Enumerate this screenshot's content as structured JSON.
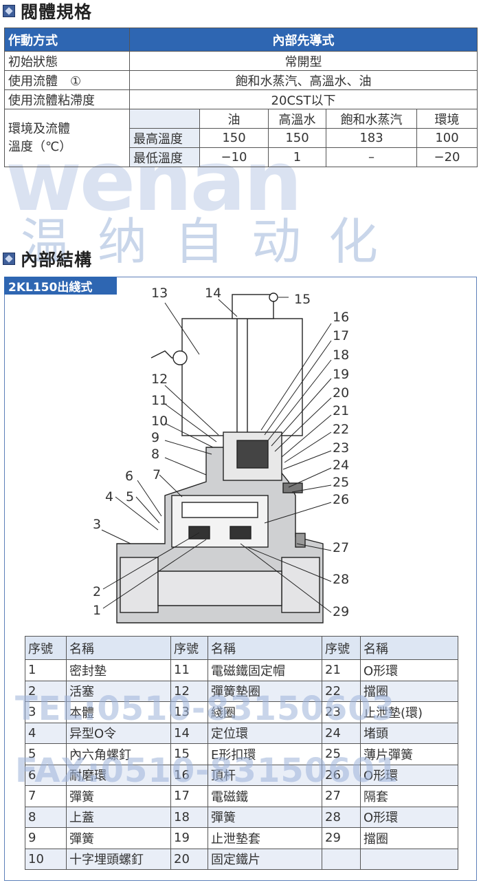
{
  "section1": {
    "title": "閥體規格"
  },
  "spec": {
    "header": {
      "label": "作動方式",
      "value": "內部先導式"
    },
    "rows": [
      {
        "label": "初始狀態",
        "value": "常開型"
      },
      {
        "label": "使用流體　①",
        "value": "飽和水蒸汽、高溫水、油"
      },
      {
        "label": "使用流體粘滯度",
        "value": "20CST以下"
      }
    ],
    "env": {
      "label_line1": "環境及流體",
      "label_line2": "溫度（℃）",
      "columns": [
        "油",
        "高溫水",
        "飽和水蒸汽",
        "環境"
      ],
      "max_label": "最高溫度",
      "max_values": [
        "150",
        "150",
        "183",
        "100"
      ],
      "min_label": "最低溫度",
      "min_values": [
        "−10",
        "1",
        "–",
        "−20"
      ]
    }
  },
  "watermark": {
    "brand": "wenan",
    "company": "温纳自动化",
    "tel": "TEL:0510-83150603",
    "fax": "FAX:0510-83150601"
  },
  "section2": {
    "title": "內部結構",
    "tag": "2KL150出綫式"
  },
  "diagram": {
    "labels": [
      "1",
      "2",
      "3",
      "4",
      "5",
      "6",
      "7",
      "8",
      "9",
      "10",
      "11",
      "12",
      "13",
      "14",
      "15",
      "16",
      "17",
      "18",
      "19",
      "20",
      "21",
      "22",
      "23",
      "24",
      "25",
      "26",
      "27",
      "28",
      "29"
    ]
  },
  "parts": {
    "header": [
      "序號",
      "名稱",
      "序號",
      "名稱",
      "序號",
      "名稱"
    ],
    "rows": [
      [
        "1",
        "密封墊",
        "11",
        "電磁鐵固定帽",
        "21",
        "O形環"
      ],
      [
        "2",
        "活塞",
        "12",
        "彈簧墊圈",
        "22",
        "擋圈"
      ],
      [
        "3",
        "本體",
        "13",
        "綫圈",
        "23",
        "止泄墊(環)"
      ],
      [
        "4",
        "异型O令",
        "14",
        "定位環",
        "24",
        "堵頭"
      ],
      [
        "5",
        "內六角螺釘",
        "15",
        "E形扣環",
        "25",
        "薄片彈簧"
      ],
      [
        "6",
        "耐磨環",
        "16",
        "頂杆",
        "26",
        "O形環"
      ],
      [
        "7",
        "彈簧",
        "17",
        "電磁鐵",
        "27",
        "隔套"
      ],
      [
        "8",
        "上蓋",
        "18",
        "彈簧",
        "28",
        "O形環"
      ],
      [
        "9",
        "彈簧",
        "19",
        "止泄墊套",
        "29",
        "擋圈"
      ],
      [
        "10",
        "十字埋頭螺釘",
        "20",
        "固定鐵片",
        "",
        ""
      ]
    ]
  }
}
